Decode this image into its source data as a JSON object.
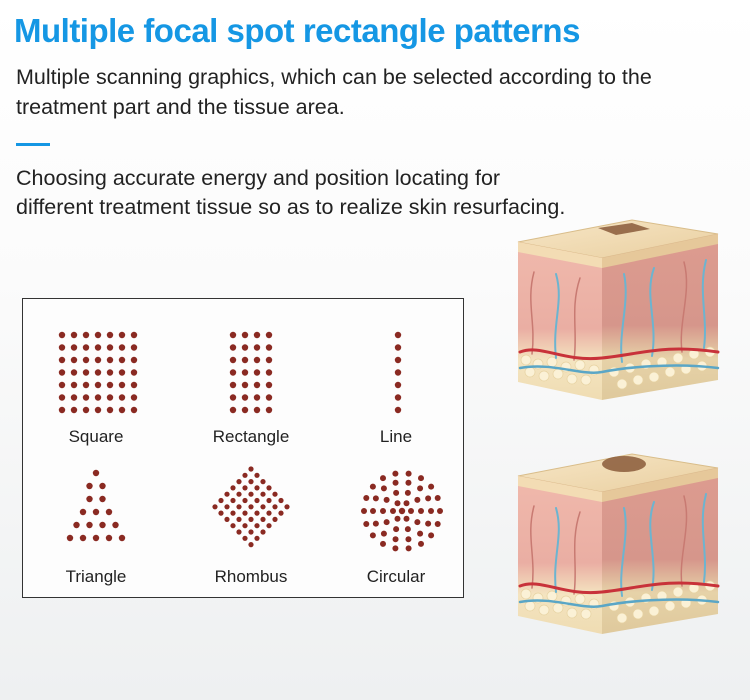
{
  "title": "Multiple focal spot rectangle patterns",
  "intro": "Multiple scanning graphics, which can be selected according to the treatment part and the tissue area.",
  "description": "Choosing accurate energy and position locating for different treatment tissue so as to realize skin resurfacing.",
  "patterns": [
    {
      "label": "Square"
    },
    {
      "label": "Rectangle"
    },
    {
      "label": "Line"
    },
    {
      "label": "Triangle"
    },
    {
      "label": "Rhombus"
    },
    {
      "label": "Circular"
    }
  ],
  "colors": {
    "title": "#1597e4",
    "dot": "#8a2a22",
    "skin_top": "#f0d9b0",
    "dermis": "#ecb6ab",
    "fat": "#f6eac9",
    "vein": "#6cb4d0",
    "artery": "#c8323a"
  }
}
